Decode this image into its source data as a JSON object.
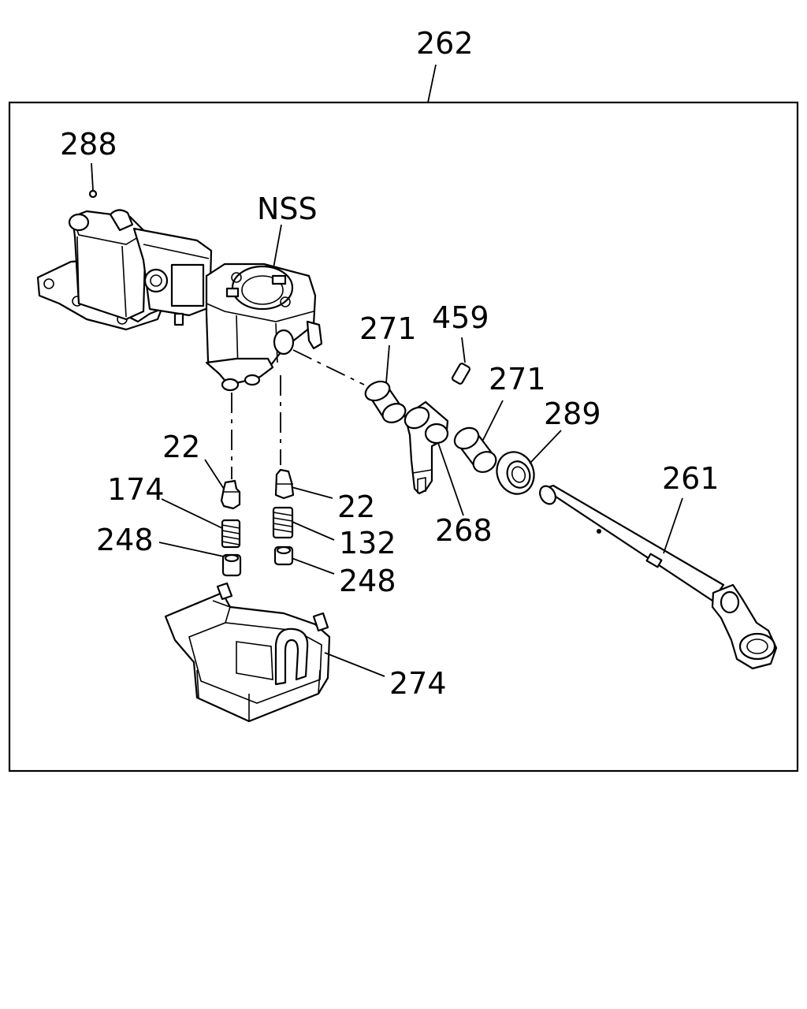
{
  "labels": {
    "assembly": "262",
    "plug": "288",
    "nss": "NSS",
    "pin": "459",
    "bush_a": "271",
    "bush_b": "271",
    "bearing": "289",
    "shaft": "261",
    "detent_left": "22",
    "spring_left": "174",
    "plug_left": "248",
    "detent_right": "22",
    "spring_right": "132",
    "plug_right": "248",
    "lever": "268",
    "cover": "274"
  }
}
